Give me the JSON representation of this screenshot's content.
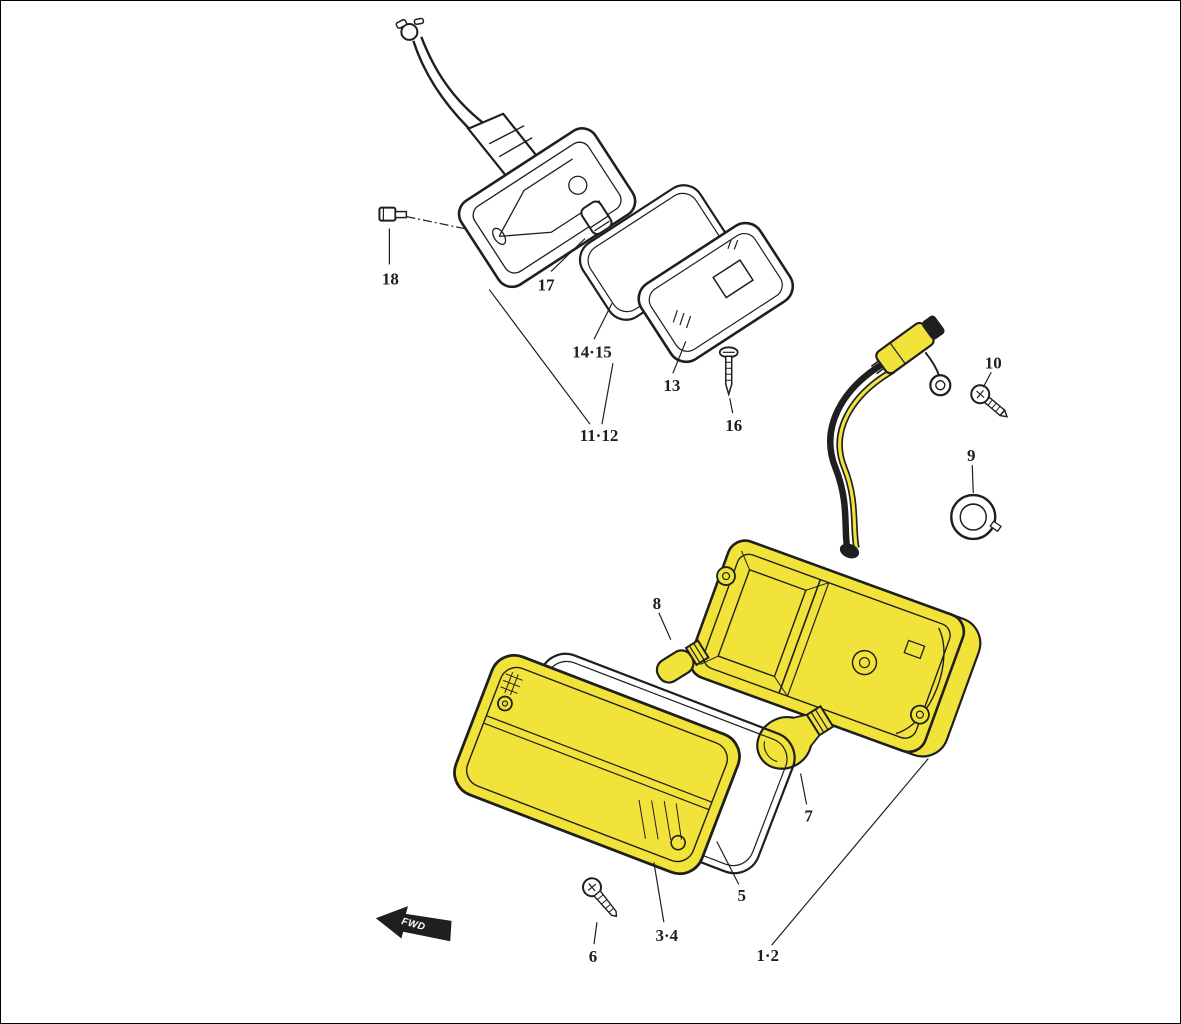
{
  "diagram": {
    "type": "exploded-parts-diagram",
    "colors": {
      "highlight": "#f2e33b",
      "line": "#1f1f1f",
      "background": "#ffffff"
    },
    "part_labels": {
      "p18": "18",
      "p17": "17",
      "p14_15": "14·15",
      "p13": "13",
      "p16": "16",
      "p11_12": "11·12",
      "p10": "10",
      "p9": "9",
      "p8": "8",
      "p7": "7",
      "p5": "5",
      "p3_4": "3·4",
      "p6": "6",
      "p1_2": "1·2"
    },
    "direction_marker": "FWD"
  }
}
